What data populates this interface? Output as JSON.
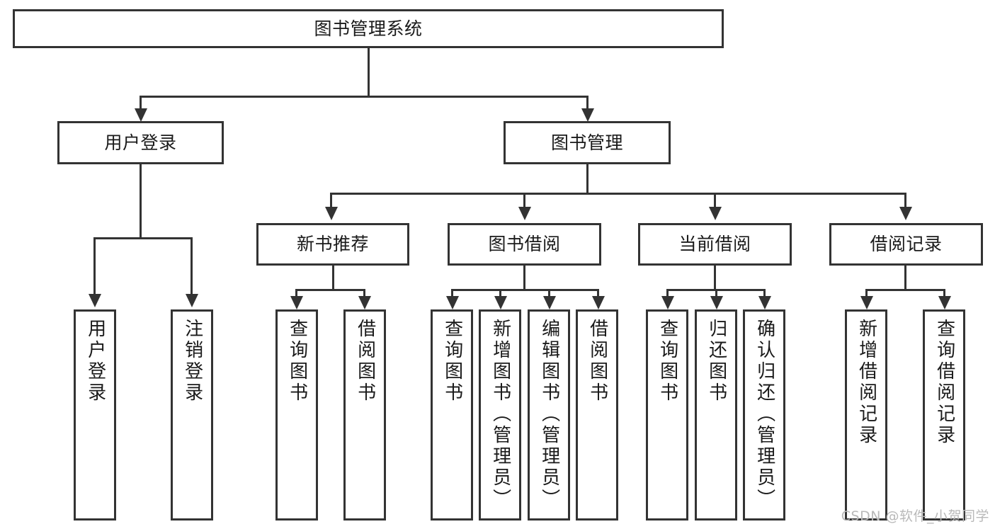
{
  "diagram": {
    "type": "tree-hierarchy",
    "title": "图书管理系统",
    "levels": 4,
    "root": {
      "id": "root",
      "label": "图书管理系统",
      "orientation": "horizontal"
    },
    "level2": [
      {
        "id": "user-login",
        "label": "用户登录",
        "orientation": "horizontal"
      },
      {
        "id": "book-management",
        "label": "图书管理",
        "orientation": "horizontal"
      }
    ],
    "level3": [
      {
        "id": "new-book-recommend",
        "label": "新书推荐",
        "orientation": "horizontal",
        "parent": "book-management"
      },
      {
        "id": "book-borrow",
        "label": "图书借阅",
        "orientation": "horizontal",
        "parent": "book-management"
      },
      {
        "id": "current-borrow",
        "label": "当前借阅",
        "orientation": "horizontal",
        "parent": "book-management"
      },
      {
        "id": "borrow-record",
        "label": "借阅记录",
        "orientation": "horizontal",
        "parent": "book-management"
      }
    ],
    "leaves": [
      {
        "id": "leaf-user-login",
        "label": "用户登录",
        "orientation": "vertical",
        "parent": "user-login"
      },
      {
        "id": "leaf-user-logout",
        "label": "注销登录",
        "orientation": "vertical",
        "parent": "user-login"
      },
      {
        "id": "leaf-query-book-1",
        "label": "查询图书",
        "orientation": "vertical",
        "parent": "new-book-recommend"
      },
      {
        "id": "leaf-borrow-book-1",
        "label": "借阅图书",
        "orientation": "vertical",
        "parent": "new-book-recommend"
      },
      {
        "id": "leaf-query-book-2",
        "label": "查询图书",
        "orientation": "vertical",
        "parent": "book-borrow"
      },
      {
        "id": "leaf-add-book",
        "label": "新增图书（管理员）",
        "orientation": "vertical",
        "parent": "book-borrow"
      },
      {
        "id": "leaf-edit-book",
        "label": "编辑图书（管理员）",
        "orientation": "vertical",
        "parent": "book-borrow"
      },
      {
        "id": "leaf-borrow-book-2",
        "label": "借阅图书",
        "orientation": "vertical",
        "parent": "book-borrow"
      },
      {
        "id": "leaf-query-book-3",
        "label": "查询图书",
        "orientation": "vertical",
        "parent": "current-borrow"
      },
      {
        "id": "leaf-return-book",
        "label": "归还图书",
        "orientation": "vertical",
        "parent": "current-borrow"
      },
      {
        "id": "leaf-confirm-return",
        "label": "确认归还（管理员）",
        "orientation": "vertical",
        "parent": "current-borrow"
      },
      {
        "id": "leaf-add-record",
        "label": "新增借阅记录",
        "orientation": "vertical",
        "parent": "borrow-record"
      },
      {
        "id": "leaf-query-record",
        "label": "查询借阅记录",
        "orientation": "vertical",
        "parent": "borrow-record"
      }
    ],
    "colors": {
      "stroke": "#333333",
      "fill": "#ffffff",
      "text": "#1a1a1a",
      "watermark": "#b9b9b9"
    }
  },
  "watermark": {
    "text": "CSDN @软件_小贺同学"
  }
}
